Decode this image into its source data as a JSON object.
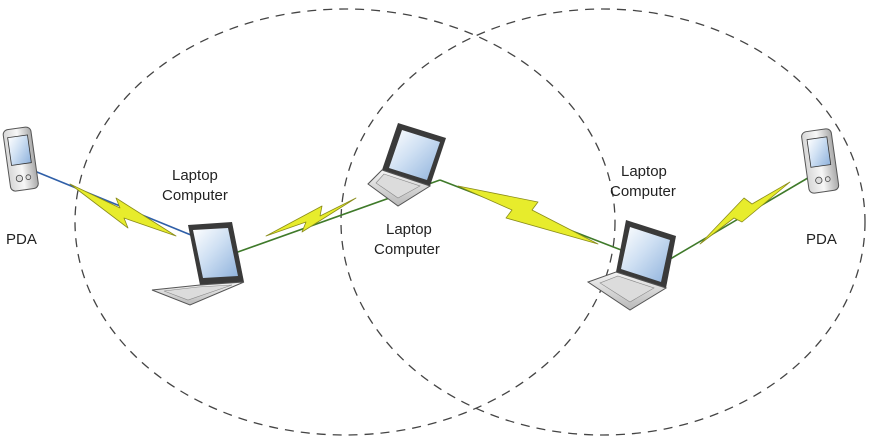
{
  "diagram": {
    "nodes": [
      {
        "id": "pda-left",
        "kind": "pda",
        "label": "PDA"
      },
      {
        "id": "laptop-1",
        "kind": "laptop",
        "label_lines": [
          "Laptop",
          "Computer"
        ]
      },
      {
        "id": "laptop-2",
        "kind": "laptop",
        "label_lines": [
          "Laptop",
          "Computer"
        ]
      },
      {
        "id": "laptop-3",
        "kind": "laptop",
        "label_lines": [
          "Laptop",
          "Computer"
        ]
      },
      {
        "id": "pda-right",
        "kind": "pda",
        "label": "PDA"
      }
    ],
    "links": [
      {
        "from": "pda-left",
        "to": "laptop-1",
        "type": "wireless"
      },
      {
        "from": "laptop-1",
        "to": "laptop-2",
        "type": "wireless"
      },
      {
        "from": "laptop-2",
        "to": "laptop-3",
        "type": "wireless"
      },
      {
        "from": "laptop-3",
        "to": "pda-right",
        "type": "wireless"
      }
    ],
    "ranges": [
      {
        "id": "range-left",
        "style": "dashed"
      },
      {
        "id": "range-right",
        "style": "dashed"
      }
    ],
    "colors": {
      "link_fill": "#e7ec2c",
      "wire_blue": "#2f5fa8",
      "wire_green": "#3f7a2a",
      "range_stroke": "#444444"
    }
  }
}
